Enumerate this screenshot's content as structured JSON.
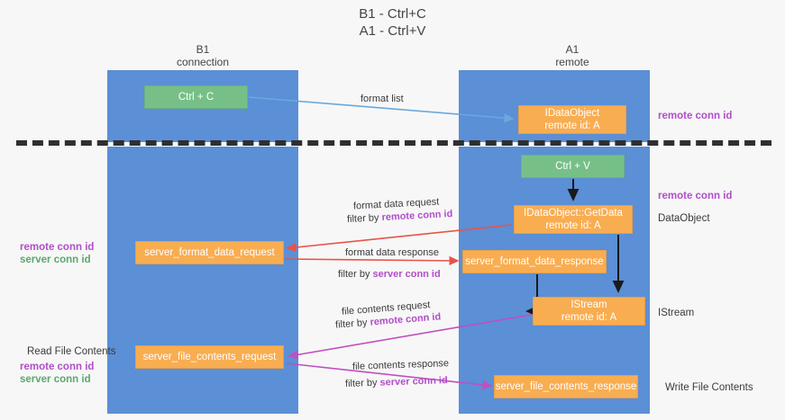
{
  "title": {
    "line1": "B1 - Ctrl+C",
    "line2": "A1 - Ctrl+V"
  },
  "columns": {
    "left": {
      "name": "B1",
      "role": "connection"
    },
    "right": {
      "name": "A1",
      "role": "remote"
    }
  },
  "nodes": {
    "ctrl_c": {
      "label": "Ctrl + C",
      "color": "#76c088"
    },
    "idataobject": {
      "line1": "IDataObject",
      "line2": "remote id: A",
      "color": "#f9ad51"
    },
    "ctrl_v": {
      "label": "Ctrl + V",
      "color": "#76c088"
    },
    "getdata": {
      "line1": "IDataObject::GetData",
      "line2": "remote id: A",
      "color": "#f9ad51"
    },
    "server_format_data_request": {
      "label": "server_format_data_request",
      "color": "#f9ad51"
    },
    "server_format_data_response": {
      "label": "server_format_data_response",
      "color": "#f9ad51"
    },
    "istream": {
      "line1": "IStream",
      "line2": "remote id: A",
      "color": "#f9ad51"
    },
    "server_file_contents_request": {
      "label": "server_file_contents_request",
      "color": "#f9ad51"
    },
    "server_file_contents_response": {
      "label": "server_file_contents_response",
      "color": "#f9ad51"
    }
  },
  "edges": {
    "format_list": {
      "label": "format list"
    },
    "format_data_request": {
      "label": "format data request",
      "filter_prefix": "filter by ",
      "filter_key": "remote conn id"
    },
    "format_data_response": {
      "label": "format data response",
      "filter_prefix": "filter by ",
      "filter_key": "server conn id"
    },
    "file_contents_request": {
      "label": "file contents request",
      "filter_prefix": "filter by ",
      "filter_key": "remote conn id"
    },
    "file_contents_response": {
      "label": "file contents response",
      "filter_prefix": "filter by ",
      "filter_key": "server conn id"
    }
  },
  "annotations": {
    "right": {
      "remote_conn_id_top": "remote conn id",
      "remote_conn_id_mid": "remote conn id",
      "dataobject": "DataObject",
      "istream": "IStream",
      "write_file_contents": "Write File Contents"
    },
    "left": {
      "remote_conn_id": "remote conn id",
      "server_conn_id": "server conn id",
      "read_file_contents": "Read File Contents",
      "remote_conn_id_2": "remote conn id",
      "server_conn_id_2": "server conn id"
    }
  },
  "colors": {
    "lane": "#5b8fd6",
    "green_node": "#76c088",
    "orange_node": "#f9ad51",
    "purple_text": "#b14ec9",
    "green_text": "#5aa86f",
    "divider": "#2f2f2f",
    "arrow_blue": "#6aa8dd",
    "arrow_red": "#e8534a",
    "arrow_magenta": "#c04fc0",
    "arrow_black": "#1a1a1a"
  }
}
